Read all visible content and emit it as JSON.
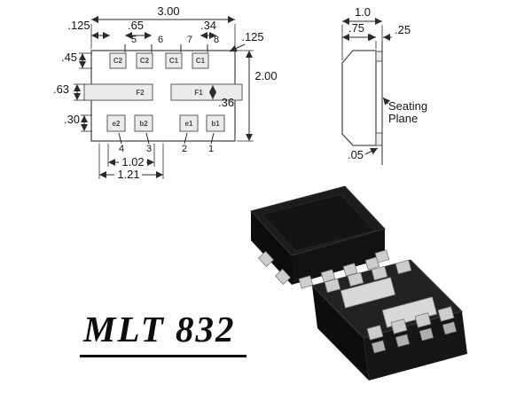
{
  "title": {
    "label": "MLT 832"
  },
  "colors": {
    "background": "#ffffff",
    "drawing_line": "#2b2b2b",
    "chip_body": "#1a1a1a",
    "chip_pad": "#cdcdcd"
  },
  "top_view": {
    "pads_top": [
      "C2",
      "C2",
      "C1",
      "C1"
    ],
    "pins_top": [
      "5",
      "6",
      "7",
      "8"
    ],
    "pads_mid": [
      "F2",
      "F1"
    ],
    "pads_bottom": [
      "e2",
      "b2",
      "e1",
      "b1"
    ],
    "pins_bottom": [
      "4",
      "3",
      "2",
      "1"
    ],
    "dims": {
      "overall_width": "3.00",
      "pad_offset": ".125",
      "pitch_65": ".65",
      "pitch_34": ".34",
      "edge_gap": ".125",
      "top_pad_height": ".45",
      "mid_pad_offset": ".63",
      "bottom_pad_height": ".30",
      "overall_height": "2.00",
      "mid_pad_height": ".36",
      "bottom_span_a": "1.02",
      "bottom_span_b": "1.21"
    }
  },
  "side_view": {
    "dims": {
      "overall": "1.0",
      "body": ".75",
      "lip": ".25",
      "standoff": ".05"
    },
    "seating_line1": "Seating",
    "seating_line2": "Plane"
  }
}
